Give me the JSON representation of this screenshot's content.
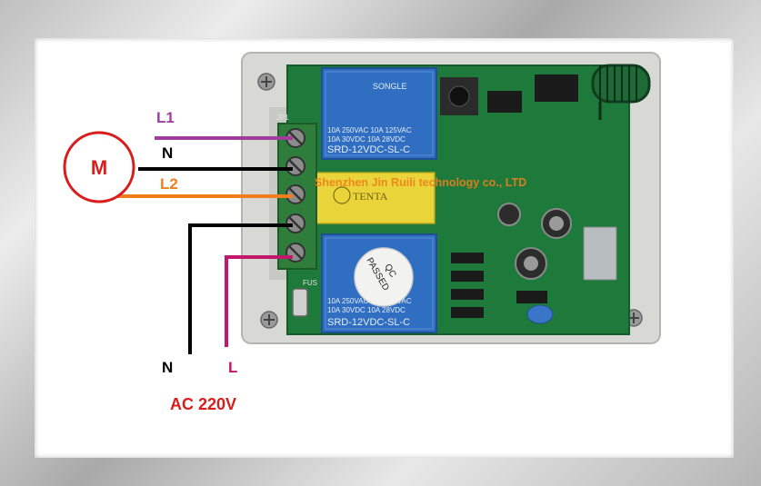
{
  "motor_label": "M",
  "wires": {
    "L1": "L1",
    "N_top": "N",
    "L2": "L2",
    "N_bottom": "N",
    "L_bottom": "L"
  },
  "supply": "AC 220V",
  "watermark": "Shenzhen Jin Ruili technology co., LTD",
  "board": {
    "terminal_label": "JP1",
    "fuse_label": "FUS",
    "relay_brand": "SONGLE",
    "relay_rating_1": "10A 250VAC  10A 125VAC",
    "relay_rating_2": "10A  30VDC  10A  28VDC",
    "relay_model": "SRD-12VDC-SL-C",
    "capacitor_brand": "TENTA",
    "qc_line1": "QC",
    "qc_line2": "PASSED"
  },
  "colors": {
    "L1": "#a23c9c",
    "N": "#000000",
    "L2": "#f07e1c",
    "L": "#c2176a",
    "motor_circle": "#d91c1c",
    "supply_text": "#d91c1c",
    "pcb": "#1d7a3a",
    "relay": "#2f6ec1"
  }
}
